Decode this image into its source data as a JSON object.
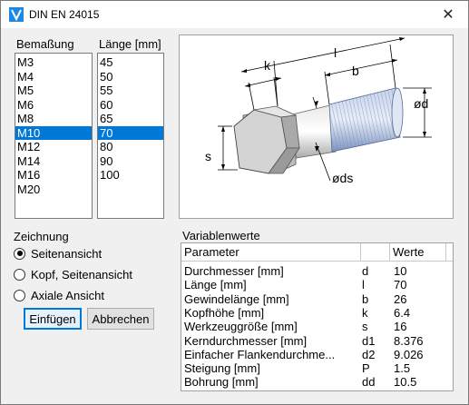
{
  "window": {
    "title": "DIN EN 24015",
    "close_glyph": "✕"
  },
  "bemassung": {
    "label": "Bemaßung",
    "items": [
      "M3",
      "M4",
      "M5",
      "M6",
      "M8",
      "M10",
      "M12",
      "M14",
      "M16",
      "M20"
    ],
    "selected": "M10"
  },
  "laenge": {
    "label": "Länge [mm]",
    "items": [
      "45",
      "50",
      "55",
      "60",
      "65",
      "70",
      "80",
      "90",
      "100"
    ],
    "selected": "70"
  },
  "drawing": {
    "labels": {
      "k": "k",
      "l": "l",
      "b": "b",
      "d": "ød",
      "s": "s",
      "ds": "øds"
    }
  },
  "zeichnung": {
    "label": "Zeichnung",
    "options": [
      {
        "label": "Seitenansicht",
        "checked": true
      },
      {
        "label": "Kopf, Seitenansicht",
        "checked": false
      },
      {
        "label": "Axiale Ansicht",
        "checked": false
      }
    ]
  },
  "buttons": {
    "insert": "Einfügen",
    "cancel": "Abbrechen"
  },
  "variablen": {
    "label": "Variablenwerte",
    "headers": {
      "param": "Parameter",
      "var": "",
      "value": "Werte"
    },
    "rows": [
      {
        "param": "Durchmesser [mm]",
        "var": "d",
        "value": "10"
      },
      {
        "param": "Länge [mm]",
        "var": "l",
        "value": "70"
      },
      {
        "param": "Gewindelänge [mm]",
        "var": "b",
        "value": "26"
      },
      {
        "param": "Kopfhöhe [mm]",
        "var": "k",
        "value": "6.4"
      },
      {
        "param": "Werkzeuggröße [mm]",
        "var": "s",
        "value": "16"
      },
      {
        "param": "Kerndurchmesser [mm]",
        "var": "d1",
        "value": "8.376"
      },
      {
        "param": "Einfacher Flankendurchme...",
        "var": "d2",
        "value": "9.026"
      },
      {
        "param": "Steigung [mm]",
        "var": "P",
        "value": "1.5"
      },
      {
        "param": "Bohrung [mm]",
        "var": "dd",
        "value": "10.5"
      }
    ]
  },
  "colors": {
    "accent": "#0078d7",
    "thread": "#9fb4d6",
    "head": "#c8c8c8"
  }
}
